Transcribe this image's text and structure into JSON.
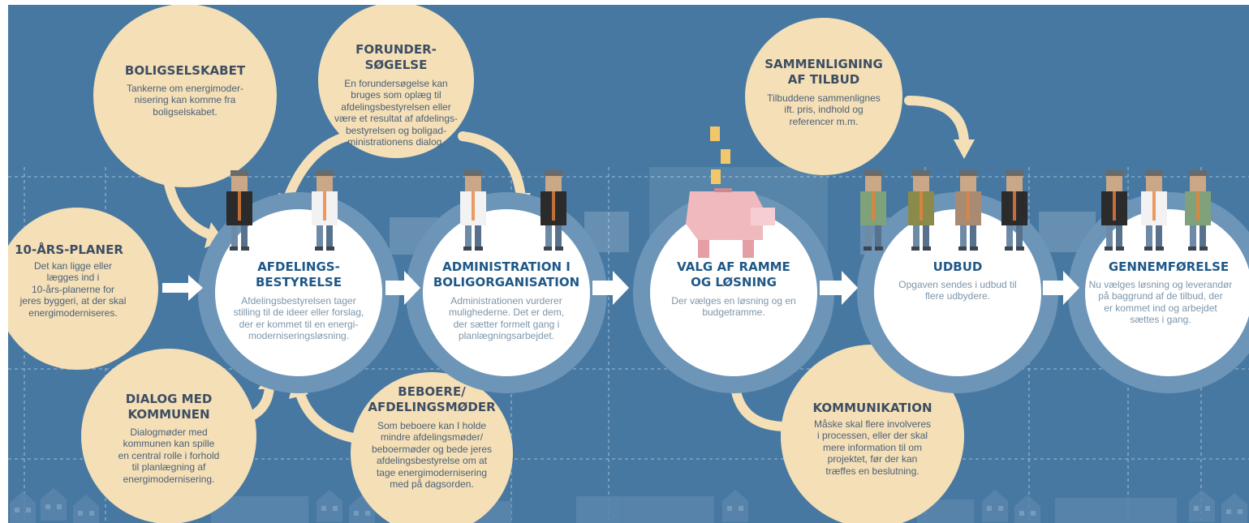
{
  "colors": {
    "background": "#4778a1",
    "circle": "#ffffff",
    "ring": "#6d95b8",
    "bubble": "#f4dfb6",
    "title_dark": "#1f5887",
    "text_grey": "#7d96aa",
    "piggy": "#f0b9bd",
    "coin": "#f2c76a"
  },
  "main_steps": [
    {
      "title": "AFDELINGS-\nBESTYRELSE",
      "text": "Afdelingsbestyrelsen tager\nstilling til de ideer eller forslag,\nder er kommet til en energi-\nmoderniseringsløsning."
    },
    {
      "title": "ADMINISTRATION I\nBOLIGORGANISATION",
      "text": "Administrationen vurderer\nmulighederne. Det er dem,\nder sætter formelt gang i\nplanlægningsarbejdet."
    },
    {
      "title": "VALG AF RAMME\nOG LØSNING",
      "text": "Der vælges en løsning og en\nbudgetramme."
    },
    {
      "title": "UDBUD",
      "text": "Opgaven sendes i udbud til\nflere udbydere."
    },
    {
      "title": "GENNEMFØRELSE",
      "text": "Nu vælges løsning og leverandør\npå baggrund af de tilbud, der\ner kommet ind og arbejdet\nsættes i gang."
    }
  ],
  "inputs": [
    {
      "title": "BOLIGSELSKABET",
      "text": "Tankerne om energimoder-\nnisering kan komme fra\nboligselskabet."
    },
    {
      "title": "FORUNDER-\nSØGELSE",
      "text": "En forundersøgelse kan\nbruges som oplæg til\nafdelingsbestyrelsen eller\nvære et resultat af afdelings-\nbestyrelsen og boligad-\nministrationens dialog."
    },
    {
      "title": "10-ÅRS-PLANER",
      "text": "Det kan ligge eller\nlægges ind i\n10-års-planerne for\njeres byggeri, at der skal\nenergimoderniseres."
    },
    {
      "title": "DIALOG MED\nKOMMUNEN",
      "text": "Dialogmøder med\nkommunen kan spille\nen central rolle i forhold\ntil planlægning af\nenergimodernisering."
    },
    {
      "title": "BEBOERE/\nAFDELINGSMØDER",
      "text": "Som beboere kan I holde\nmindre afdelingsmøder/\nbeboermøder og bede jeres\nafdelingsbestyrelse om at\ntage energimodernisering\nmed på dagsorden."
    },
    {
      "title": "SAMMENLIGNING\nAF TILBUD",
      "text": "Tilbuddene sammenlignes\nift. pris, indhold og\nreferencer m.m."
    },
    {
      "title": "KOMMUNIKATION",
      "text": "Måske skal flere involveres\ni processen, eller der skal\nmere information til om\nprojektet, før der kan\ntræffes en beslutning."
    }
  ],
  "icons": [
    "person-icon",
    "piggy-bank-icon",
    "coin-icon",
    "house-icon",
    "arrow-icon"
  ]
}
